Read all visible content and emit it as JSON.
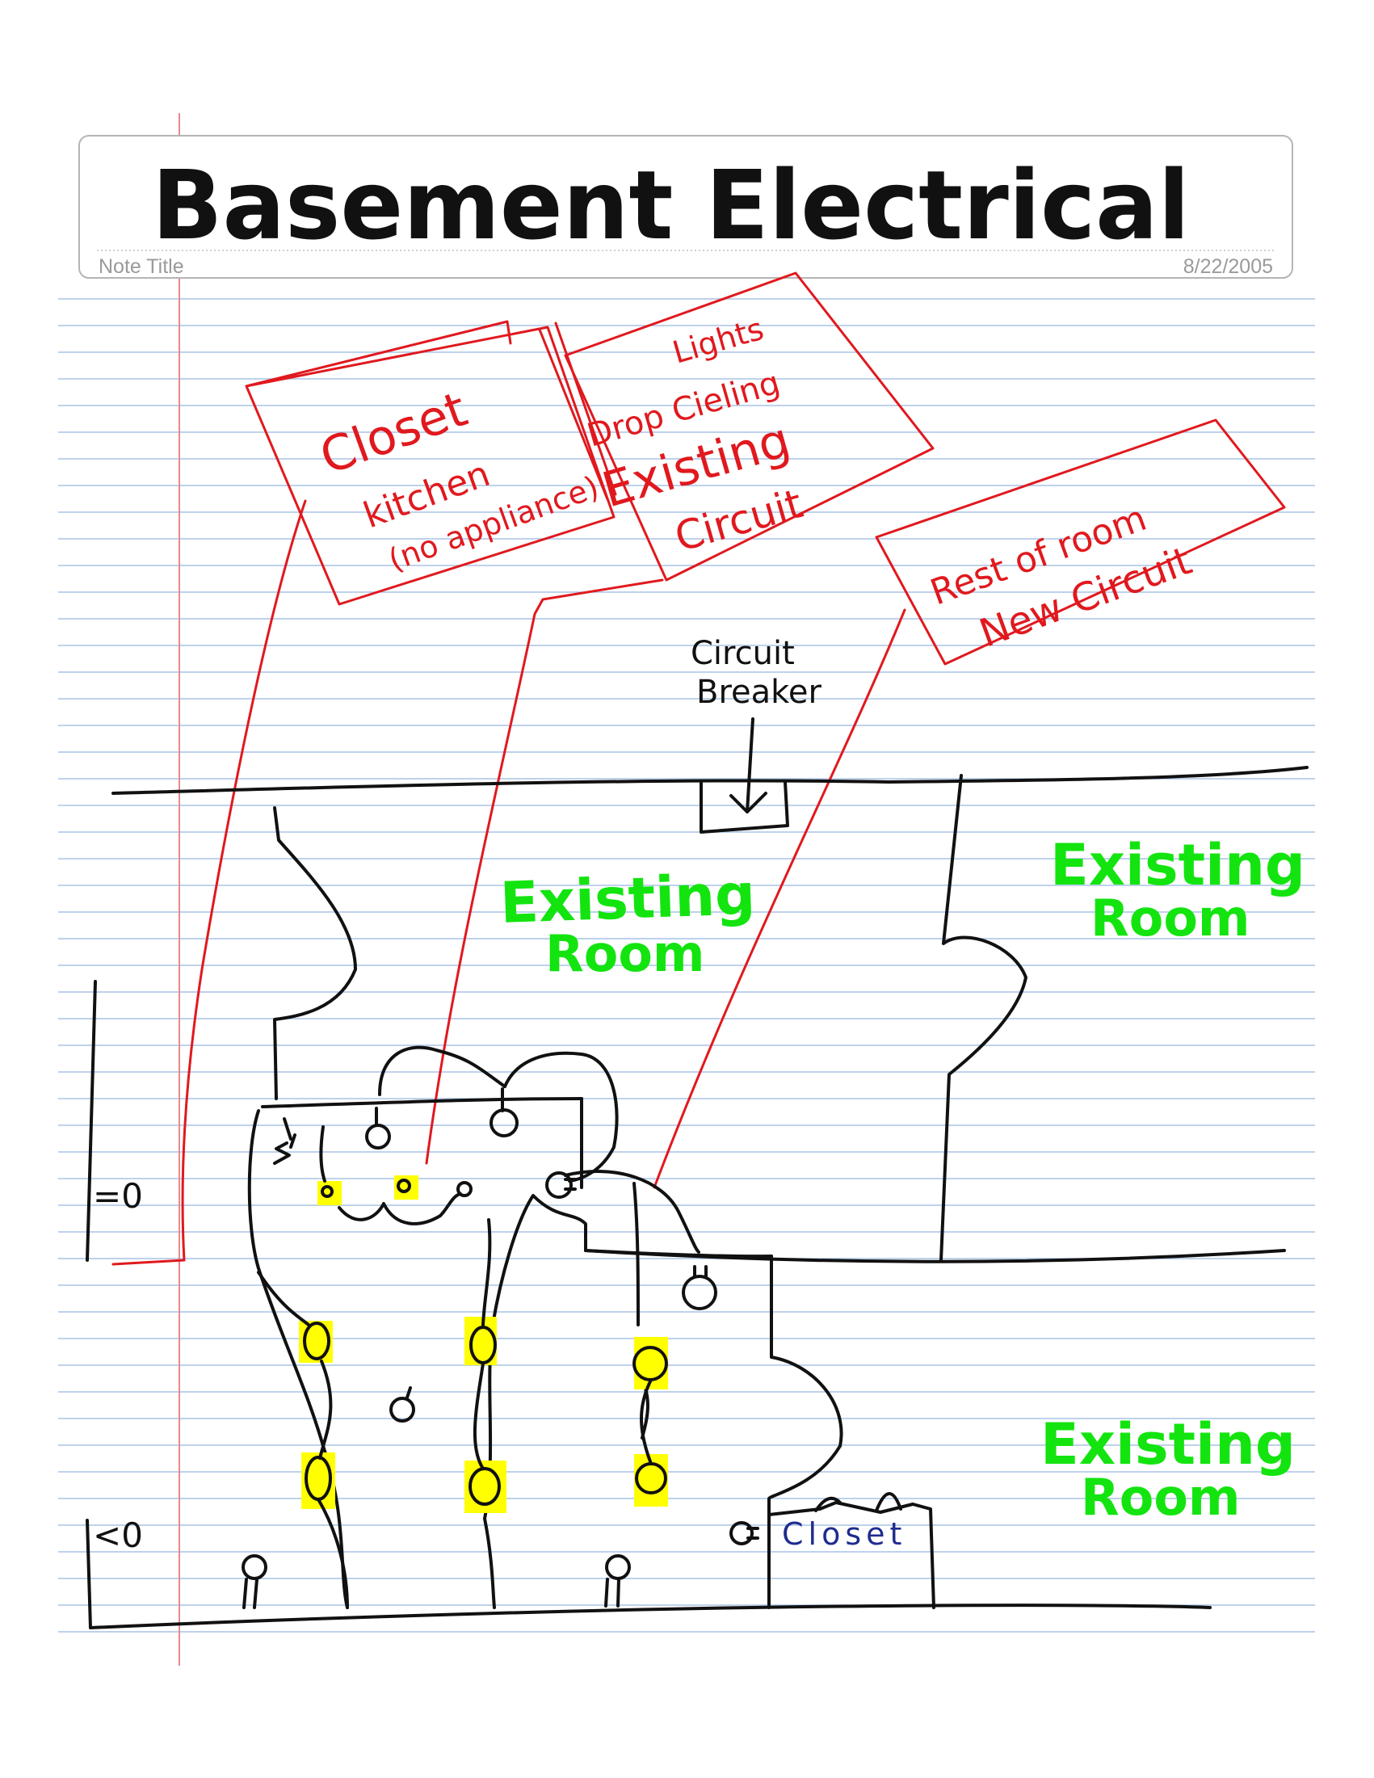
{
  "note": {
    "title": "Basement Electrical",
    "title_label": "Note Title",
    "date": "8/22/2005"
  },
  "annotations": {
    "box1": {
      "line1": "Closet",
      "line2": "kitchen",
      "line3": "(no appliance)"
    },
    "box2": {
      "line1": "Lights",
      "line2": "Drop Cieling",
      "line3": "Existing",
      "line4": "Circuit"
    },
    "box3": {
      "line1": "Rest of room",
      "line2": "New Circuit"
    },
    "breaker": {
      "line1": "Circuit",
      "line2": "Breaker"
    }
  },
  "rooms": {
    "room1": {
      "line1": "Existing",
      "line2": "Room"
    },
    "room2": {
      "line1": "Existing",
      "line2": "Room"
    },
    "room3": {
      "line1": "Existing",
      "line2": "Room"
    }
  },
  "closet_label": "Closet",
  "colors": {
    "rule_line": "#a9c4e6",
    "margin_line": "#e88a8a",
    "ink_black": "#111111",
    "ink_red": "#e0191e",
    "ink_green": "#13e40f",
    "ink_blue": "#1f2c8f",
    "highlight_yellow": "#ffff00"
  }
}
